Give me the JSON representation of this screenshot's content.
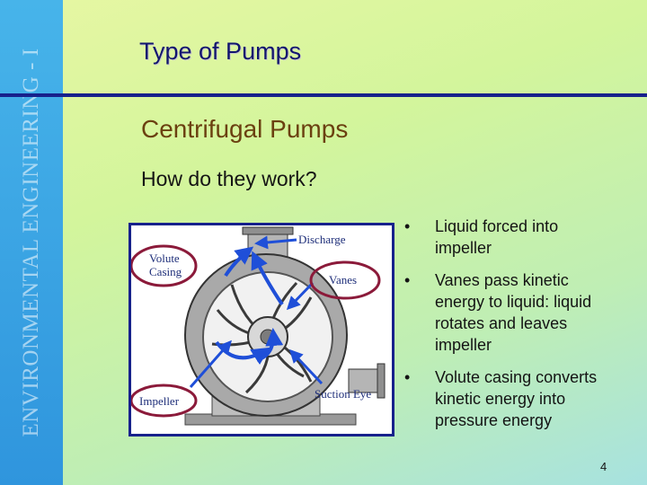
{
  "sidebar": {
    "text": "ENVIRONMENTAL ENGINEERING - I"
  },
  "slide": {
    "title": "Type of Pumps",
    "subtitle": "Centrifugal Pumps",
    "question": "How do they work?",
    "page_number": "4"
  },
  "diagram": {
    "labels": {
      "volute_casing_line1": "Volute",
      "volute_casing_line2": "Casing",
      "discharge": "Discharge",
      "vanes": "Vanes",
      "impeller": "Impeller",
      "suction_eye": "Suction Eye"
    }
  },
  "bullets": [
    {
      "marker": "•",
      "line1": "Liquid forced into",
      "line2": "impeller"
    },
    {
      "marker": "•",
      "line1": "Vanes pass kinetic",
      "line2": "energy to liquid: liquid",
      "line3": "rotates and leaves",
      "line4": "impeller"
    },
    {
      "marker": "•",
      "line1": "Volute casing converts",
      "line2": "kinetic energy into",
      "line3": "pressure energy"
    }
  ],
  "colors": {
    "title": "#12156e",
    "subtitle": "#6b4010",
    "rule": "#17218c",
    "sidebar": "#3aa6e6",
    "arrow": "#1f4fd8",
    "highlight_circle": "#8b1a3a"
  }
}
